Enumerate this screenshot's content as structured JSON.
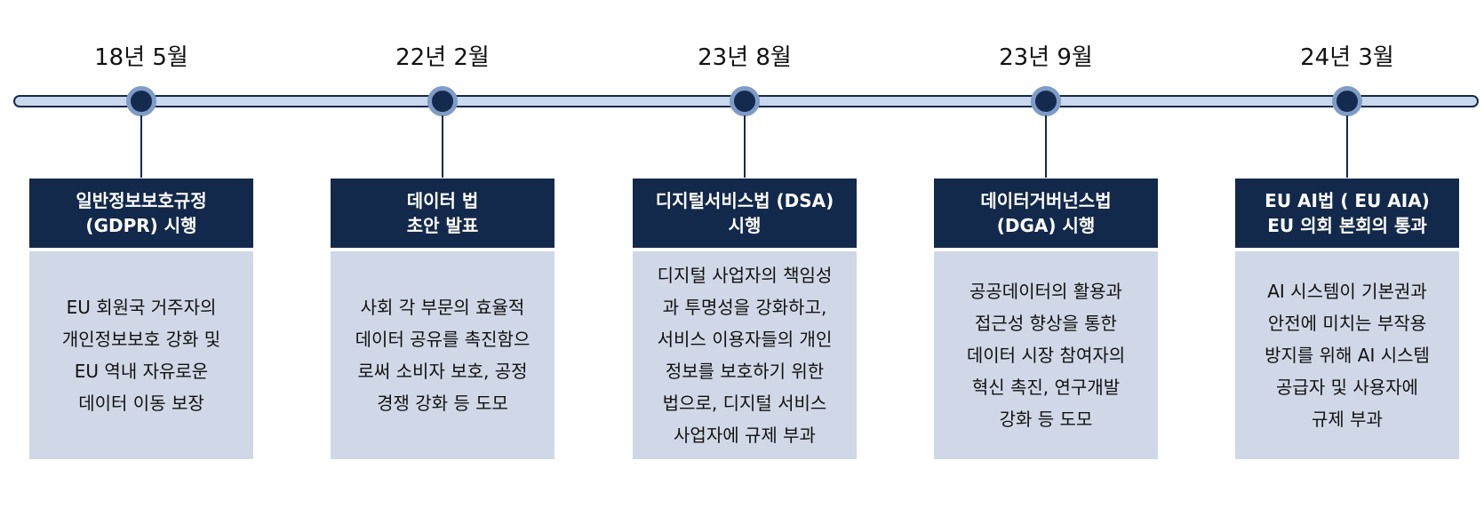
{
  "colors": {
    "navy": "#13294b",
    "track_fill": "#c9d8ec",
    "node_ring": "#7f9cc6",
    "desc_background": "#d0d8e7"
  },
  "milestones": [
    {
      "date": "18년 5월",
      "title": "일반정보보호규정\n(GDPR) 시행",
      "description": "EU 회원국 거주자의\n개인정보보호 강화 및\nEU 역내 자유로운\n데이터 이동 보장"
    },
    {
      "date": "22년 2월",
      "title": "데이터 법\n초안 발표",
      "description": "사회 각 부문의 효율적\n데이터 공유를 촉진함으\n로써 소비자 보호, 공정\n경쟁 강화 등 도모"
    },
    {
      "date": "23년 8월",
      "title": "디지털서비스법 (DSA)\n시행",
      "description": "디지털 사업자의 책임성\n과 투명성을  강화하고,\n서비스 이용자들의 개인\n정보를 보호하기 위한\n법으로, 디지털 서비스\n사업자에 규제 부과"
    },
    {
      "date": "23년 9월",
      "title": "데이터거버넌스법\n(DGA) 시행",
      "description": "공공데이터의 활용과\n접근성 향상을 통한\n데이터 시장 참여자의\n혁신 촉진, 연구개발\n강화 등 도모"
    },
    {
      "date": "24년 3월",
      "title": "EU AI법 ( EU AIA)\nEU 의회 본회의 통과",
      "description": "AI 시스템이 기본권과\n안전에 미치는 부작용\n방지를 위해 AI 시스템\n공급자 및 사용자에\n규제 부과"
    }
  ]
}
